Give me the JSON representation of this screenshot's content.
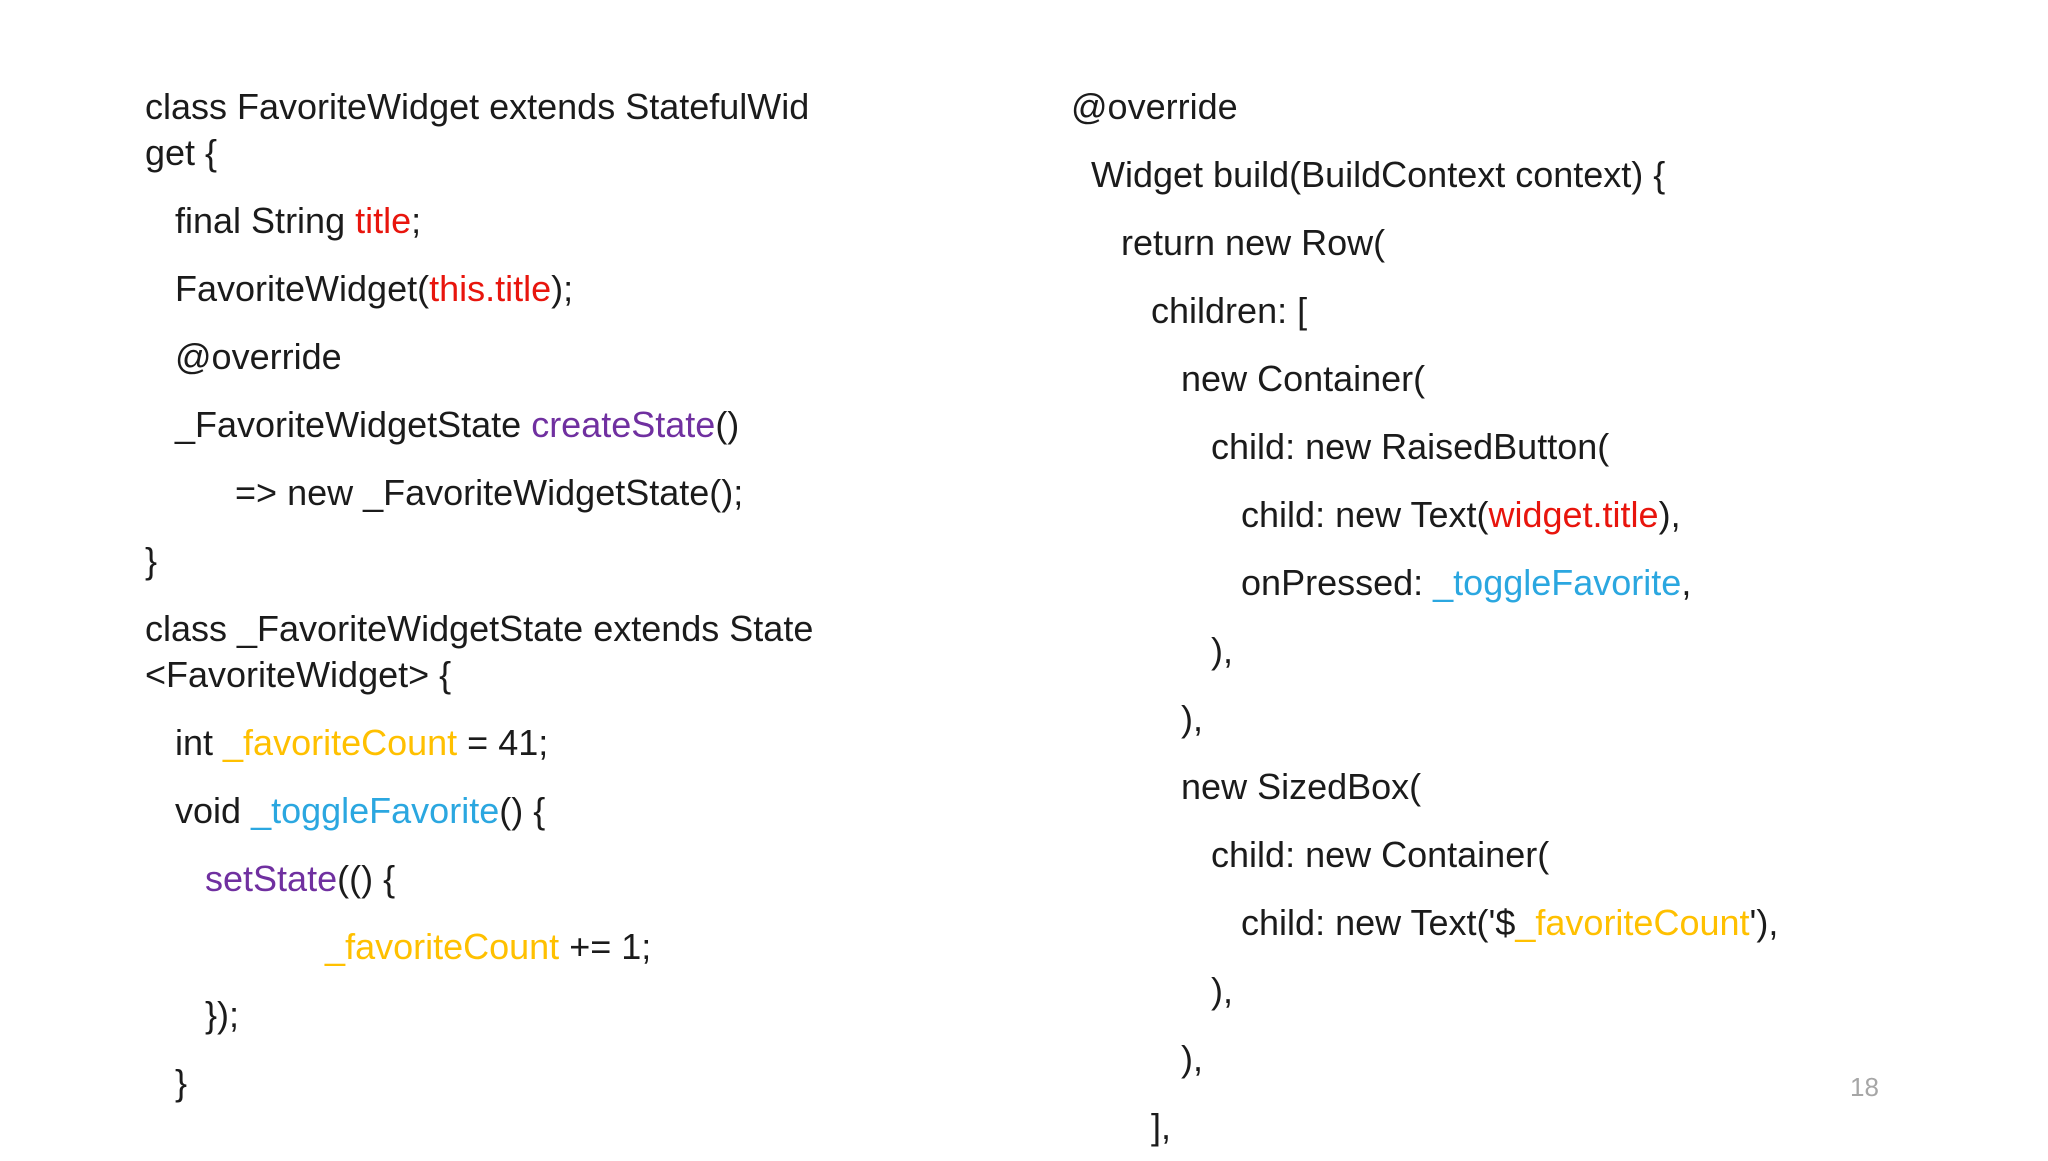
{
  "page": {
    "number": "18",
    "background": "#ffffff"
  },
  "colors": {
    "code": "#1b1b1b",
    "red": "#e8150d",
    "purple": "#7030a0",
    "yellow": "#ffc000",
    "cyan": "#2ba7e0",
    "page_number": "#a6a6a6"
  },
  "left_column": {
    "lines": [
      {
        "wrap": true,
        "segments": [
          {
            "t": "class FavoriteWidget extends StatefulWid\nget {",
            "c": "code"
          }
        ]
      },
      {
        "wrap": false,
        "segments": [
          {
            "t": "   final String ",
            "c": "code"
          },
          {
            "t": "title",
            "c": "red"
          },
          {
            "t": ";",
            "c": "code"
          }
        ]
      },
      {
        "wrap": false,
        "segments": [
          {
            "t": "   FavoriteWidget(",
            "c": "code"
          },
          {
            "t": "this.title",
            "c": "red"
          },
          {
            "t": ");",
            "c": "code"
          }
        ]
      },
      {
        "wrap": false,
        "segments": [
          {
            "t": "   @override",
            "c": "code"
          }
        ]
      },
      {
        "wrap": false,
        "segments": [
          {
            "t": "   _FavoriteWidgetState ",
            "c": "code"
          },
          {
            "t": "createState",
            "c": "purple"
          },
          {
            "t": "()",
            "c": "code"
          }
        ]
      },
      {
        "wrap": false,
        "segments": [
          {
            "t": "         => new _FavoriteWidgetState();",
            "c": "code"
          }
        ]
      },
      {
        "wrap": false,
        "segments": [
          {
            "t": "}",
            "c": "code"
          }
        ]
      },
      {
        "wrap": true,
        "segments": [
          {
            "t": "class _FavoriteWidgetState extends State\n<FavoriteWidget> {",
            "c": "code"
          }
        ]
      },
      {
        "wrap": false,
        "segments": [
          {
            "t": "   int ",
            "c": "code"
          },
          {
            "t": "_favoriteCount",
            "c": "yellow"
          },
          {
            "t": " = 41;",
            "c": "code"
          }
        ]
      },
      {
        "wrap": false,
        "segments": [
          {
            "t": "   void ",
            "c": "code"
          },
          {
            "t": "_toggleFavorite",
            "c": "cyan"
          },
          {
            "t": "() {",
            "c": "code"
          }
        ]
      },
      {
        "wrap": false,
        "segments": [
          {
            "t": "      ",
            "c": "code"
          },
          {
            "t": "setState",
            "c": "purple"
          },
          {
            "t": "(() {",
            "c": "code"
          }
        ]
      },
      {
        "wrap": false,
        "segments": [
          {
            "t": "                  ",
            "c": "code"
          },
          {
            "t": "_favoriteCount",
            "c": "yellow"
          },
          {
            "t": " += 1;",
            "c": "code"
          }
        ]
      },
      {
        "wrap": false,
        "segments": [
          {
            "t": "      });",
            "c": "code"
          }
        ]
      },
      {
        "wrap": false,
        "segments": [
          {
            "t": "   }",
            "c": "code"
          }
        ]
      }
    ]
  },
  "right_column": {
    "lines": [
      {
        "wrap": false,
        "segments": [
          {
            "t": "@override",
            "c": "code"
          }
        ]
      },
      {
        "wrap": false,
        "segments": [
          {
            "t": "  Widget build(BuildContext context) {",
            "c": "code"
          }
        ]
      },
      {
        "wrap": false,
        "segments": [
          {
            "t": "     return new Row(",
            "c": "code"
          }
        ]
      },
      {
        "wrap": false,
        "segments": [
          {
            "t": "        children: [",
            "c": "code"
          }
        ]
      },
      {
        "wrap": false,
        "segments": [
          {
            "t": "           new Container(",
            "c": "code"
          }
        ]
      },
      {
        "wrap": false,
        "segments": [
          {
            "t": "              child: new RaisedButton(",
            "c": "code"
          }
        ]
      },
      {
        "wrap": false,
        "segments": [
          {
            "t": "                 child: new Text(",
            "c": "code"
          },
          {
            "t": "widget.title",
            "c": "red"
          },
          {
            "t": "),",
            "c": "code"
          }
        ]
      },
      {
        "wrap": false,
        "segments": [
          {
            "t": "                 onPressed: ",
            "c": "code"
          },
          {
            "t": "_toggleFavorite",
            "c": "cyan"
          },
          {
            "t": ",",
            "c": "code"
          }
        ]
      },
      {
        "wrap": false,
        "segments": [
          {
            "t": "              ),",
            "c": "code"
          }
        ]
      },
      {
        "wrap": false,
        "segments": [
          {
            "t": "           ),",
            "c": "code"
          }
        ]
      },
      {
        "wrap": false,
        "segments": [
          {
            "t": "           new SizedBox(",
            "c": "code"
          }
        ]
      },
      {
        "wrap": false,
        "segments": [
          {
            "t": "              child: new Container(",
            "c": "code"
          }
        ]
      },
      {
        "wrap": false,
        "segments": [
          {
            "t": "                 child: new Text('$",
            "c": "code"
          },
          {
            "t": "_favoriteCount",
            "c": "yellow"
          },
          {
            "t": "'),",
            "c": "code"
          }
        ]
      },
      {
        "wrap": false,
        "segments": [
          {
            "t": "              ),",
            "c": "code"
          }
        ]
      },
      {
        "wrap": false,
        "segments": [
          {
            "t": "           ),",
            "c": "code"
          }
        ]
      },
      {
        "wrap": false,
        "segments": [
          {
            "t": "        ],",
            "c": "code"
          }
        ]
      }
    ]
  }
}
